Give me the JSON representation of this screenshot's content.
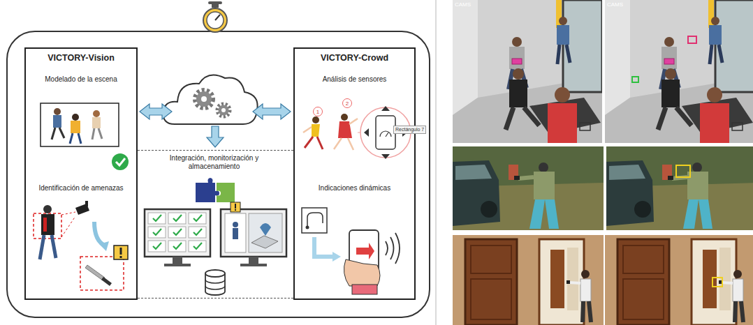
{
  "diagram": {
    "nodes": [
      {
        "text": [
          "VICTORY-Vision",
          "Modelado de la escena",
          "Identificación de amenazas"
        ]
      },
      {
        "text": [
          "VICTORY-Crowd",
          "Análisis de sensores",
          "Indicaciones dinámicas"
        ]
      },
      {
        "text": [
          "Integración, monitorización y almacenamiento"
        ]
      }
    ],
    "labels": [
      "CAMS",
      "CAMS",
      "1",
      "2",
      "Rectángulo 7"
    ]
  }
}
